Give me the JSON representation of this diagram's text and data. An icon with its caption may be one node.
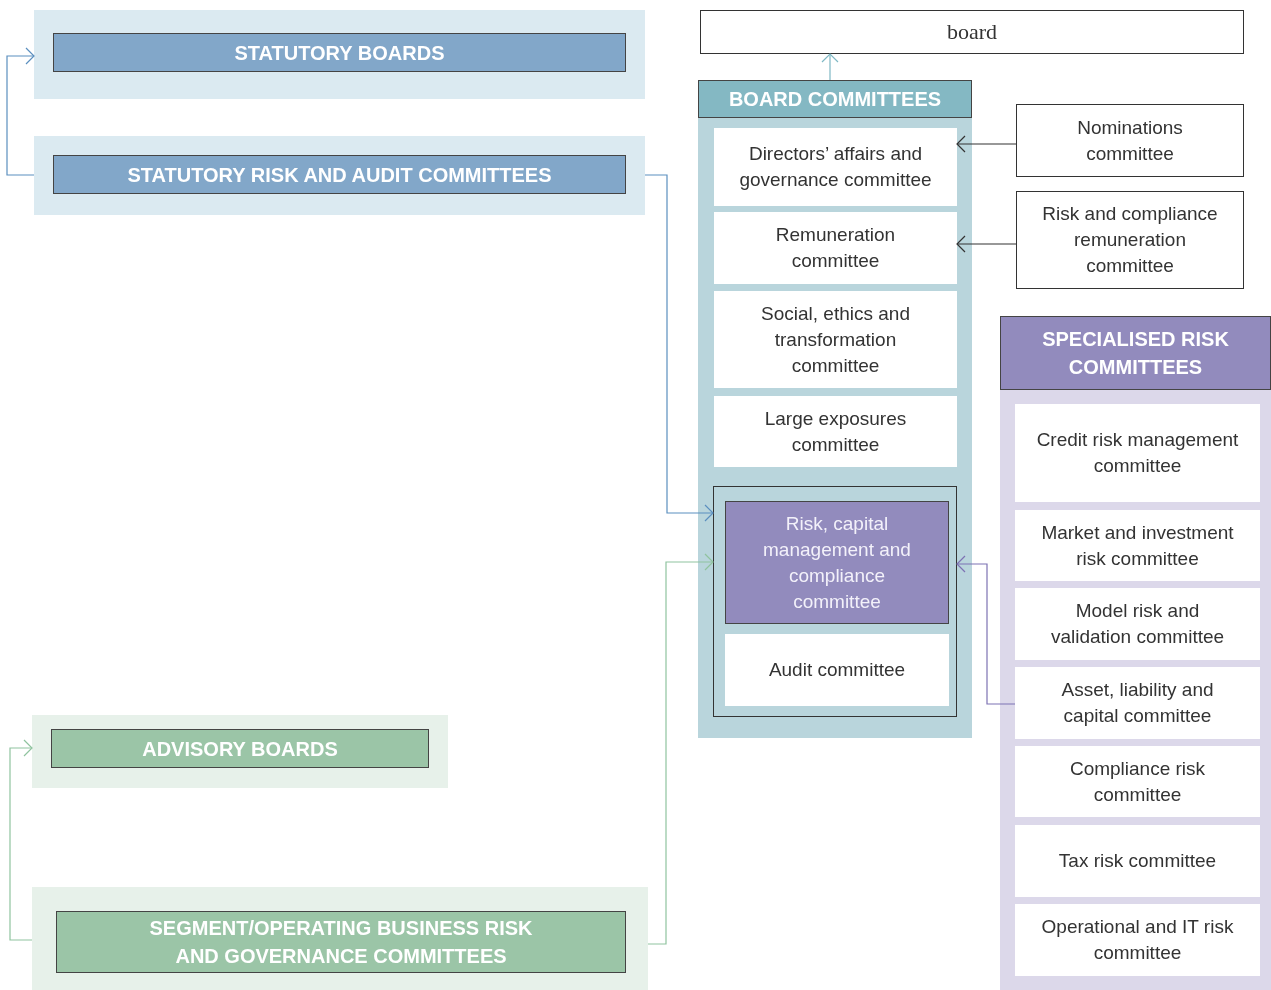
{
  "diagram": {
    "nodes": [
      {
        "text": [
          "board"
        ]
      },
      {
        "text": [
          "BOARD COMMITTEES"
        ]
      },
      {
        "text": [
          "Directors’ affairs and governance committee"
        ],
        "in": 1
      },
      {
        "text": [
          "Remuneration committee"
        ],
        "in": 1
      },
      {
        "text": [
          "Social, ethics and transformation committee"
        ],
        "in": 1
      },
      {
        "text": [
          "Large exposures committee"
        ],
        "in": 1
      },
      {
        "text": [],
        "shape": "box",
        "in": 1
      },
      {
        "text": [
          "Risk, capital management and compliance committee"
        ],
        "in": 6
      },
      {
        "text": [
          "Audit committee"
        ],
        "in": 6
      },
      {
        "text": [
          "Nominations committee"
        ]
      },
      {
        "text": [
          "Risk and compliance remuneration committee"
        ]
      },
      {
        "text": [
          "SPECIALISED RISK COMMITTEES"
        ]
      },
      {
        "text": [
          "Credit risk management committee"
        ],
        "in": 11
      },
      {
        "text": [
          "Market and investment risk committee"
        ],
        "in": 11
      },
      {
        "text": [
          "Model risk and validation committee"
        ],
        "in": 11
      },
      {
        "text": [
          "Asset, liability and capital committee"
        ],
        "in": 11
      },
      {
        "text": [
          "Compliance risk committee"
        ],
        "in": 11
      },
      {
        "text": [
          "Tax risk committee"
        ],
        "in": 11
      },
      {
        "text": [
          "Operational and IT risk committee"
        ],
        "in": 11
      },
      {
        "text": [
          "STATUTORY BOARDS"
        ]
      },
      {
        "text": [
          "STATUTORY RISK AND AUDIT COMMITTEES"
        ]
      },
      {
        "text": [
          "ADVISORY BOARDS"
        ]
      },
      {
        "text": [
          "SEGMENT/OPERATING BUSINESS RISK AND GOVERNANCE COMMITTEES"
        ]
      }
    ],
    "edges": [
      {
        "from": 1,
        "to": 0,
        "arrow": "to",
        "color": "#7fb8c4"
      },
      {
        "from": 9,
        "to": 2,
        "arrow": "to"
      },
      {
        "from": 10,
        "to": 3,
        "arrow": "to"
      },
      {
        "from": 20,
        "to": 19,
        "arrow": "to",
        "color": "#5b8fbf"
      },
      {
        "from": 20,
        "to": 6,
        "arrow": "to",
        "color": "#5b8fbf"
      },
      {
        "from": 22,
        "to": 21,
        "arrow": "to",
        "color": "#8fc39f"
      },
      {
        "from": 22,
        "to": 6,
        "arrow": "to",
        "color": "#8fc39f"
      },
      {
        "from": 15,
        "to": 6,
        "arrow": "to",
        "color": "#7d72b3"
      }
    ]
  }
}
